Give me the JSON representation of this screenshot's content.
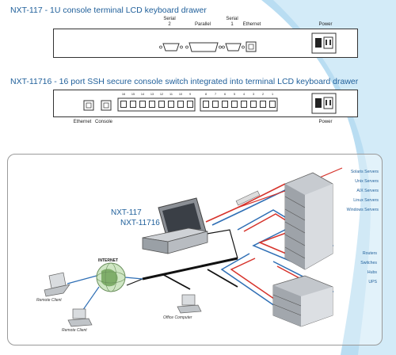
{
  "colors": {
    "title_blue": "#1f5f9a",
    "swoosh": "#b9ddf2",
    "red_cable": "#d6332b",
    "blue_cable": "#2f6fb5",
    "black_cable": "#111111"
  },
  "product1": {
    "title": "NXT-117 - 1U console terminal LCD keyboard drawer",
    "ports": {
      "serial2": "Serial\n2",
      "parallel": "Parallel",
      "serial1": "Serial\n1",
      "ethernet": "Ethernet",
      "power": "Power"
    }
  },
  "product2": {
    "title": "NXT-11716 - 16 port SSH secure console switch integrated into terminal LCD keyboard drawer",
    "ports": {
      "ethernet": "Ethernet",
      "console": "Console",
      "power": "Power"
    },
    "port_numbers_left": [
      "16",
      "15",
      "14",
      "13",
      "12",
      "11",
      "10",
      "9"
    ],
    "port_numbers_right": [
      "8",
      "7",
      "6",
      "5",
      "4",
      "3",
      "2",
      "1"
    ]
  },
  "diagram": {
    "model_a": "NXT-117",
    "model_b": "NXT-11716",
    "internet": "INTERNET",
    "server_labels": [
      "Solaris Servers",
      "Unix Servers",
      "AIX Servers",
      "Linux Servers",
      "Windows Servers"
    ],
    "network_labels": [
      "Routers",
      "Switches",
      "Hubs",
      "UPS"
    ],
    "remote_client_1": "Remote Client",
    "remote_client_2": "Remote Client",
    "office_computer": "Office Computer",
    "icons": [
      "lcd-drawer-icon",
      "server-rack-icon",
      "network-rack-icon",
      "globe-icon",
      "laptop-icon",
      "desktop-icon"
    ]
  }
}
